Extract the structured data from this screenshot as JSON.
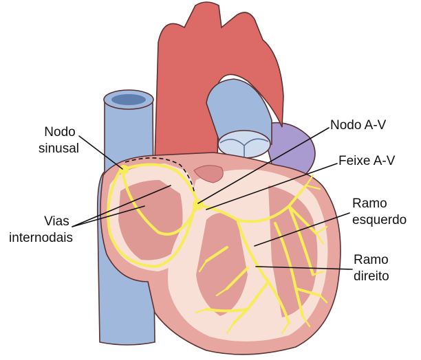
{
  "labels": {
    "sa_node": [
      "Nodo",
      "sinusal"
    ],
    "internodal": [
      "Vias",
      "internodais"
    ],
    "av_node": "Nodo A-V",
    "av_bundle": "Feixe A-V",
    "left_branch": [
      "Ramo",
      "esquerdo"
    ],
    "right_branch": [
      "Ramo",
      "direito"
    ]
  },
  "colors": {
    "vena_cava": "#9fb8dc",
    "aorta": "#dc6b68",
    "heart_exterior": "#e7a6a0",
    "chamber_interior": "#f8e0d6",
    "muscle": "#d98c89",
    "conduction": "#f7ec5a",
    "left_atrium": "#a99bd0"
  }
}
